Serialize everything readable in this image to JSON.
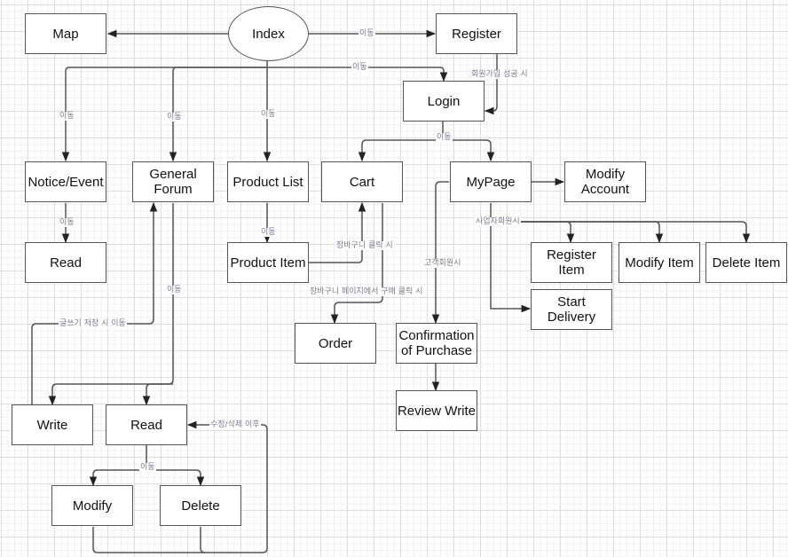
{
  "diagram": {
    "nodes": {
      "index": "Index",
      "map": "Map",
      "register": "Register",
      "login": "Login",
      "notice_event": "Notice/Event",
      "notice_read": "Read",
      "general_forum": "General\nForum",
      "product_list": "Product List",
      "product_item": "Product Item",
      "cart": "Cart",
      "order": "Order",
      "mypage": "MyPage",
      "modify_account": "Modify\nAccount",
      "register_item": "Register\nItem",
      "modify_item": "Modify Item",
      "delete_item": "Delete Item",
      "start_delivery": "Start\nDelivery",
      "confirmation_purchase": "Confirmation\nof Purchase",
      "review_write": "Review Write",
      "forum_write": "Write",
      "forum_read": "Read",
      "modify": "Modify",
      "delete": "Delete"
    },
    "edge_labels": {
      "index_register": "이동",
      "index_login": "이동",
      "register_login": "회원가입 성공 시",
      "login_split": "이동",
      "index_notice": "이동",
      "index_forum": "이동",
      "index_products": "이동",
      "notice_read": "이동",
      "products_item": "이동",
      "item_cart": "장바구니 클릭 시",
      "cart_order": "장바구니 페이지에서 구매 클릭 시",
      "mypage_customer": "고객회원시",
      "mypage_business": "사업자회원시",
      "forum_read": "이동",
      "write_saved": "글쓰기 저장 시 이동",
      "after_edit": "수정/삭제 이후",
      "read_split": "이동"
    }
  }
}
